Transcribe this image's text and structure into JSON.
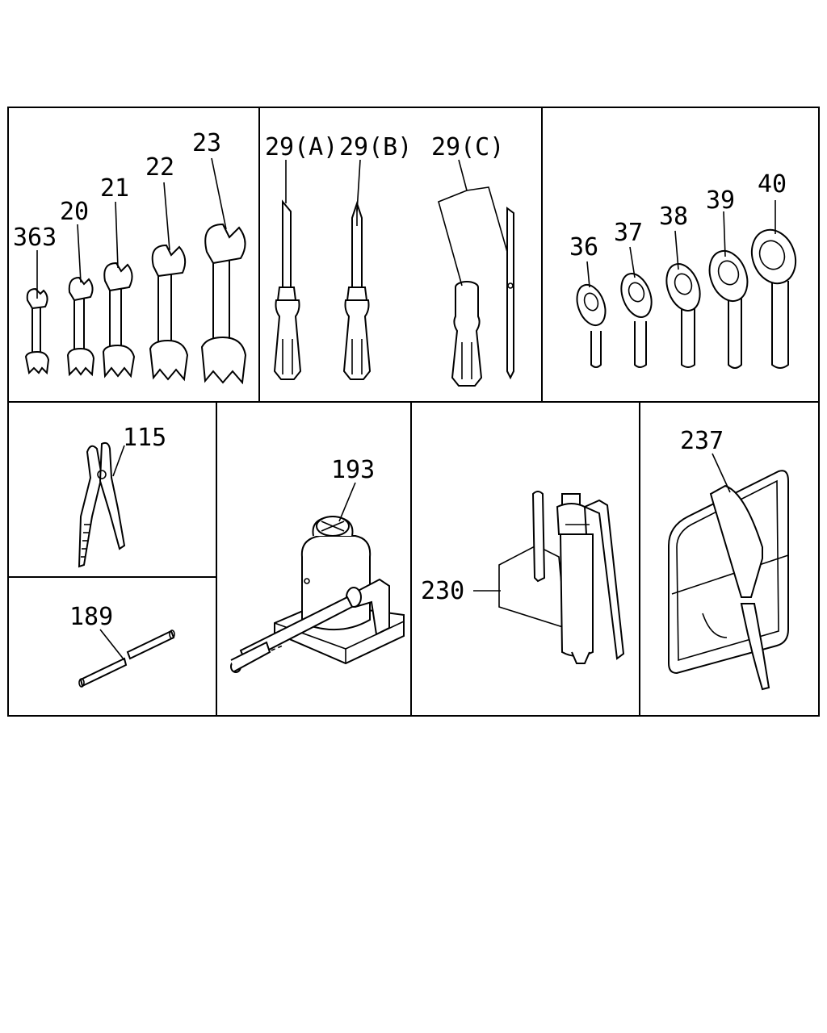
{
  "colors": {
    "line": "#000000",
    "background": "#ffffff"
  },
  "panels": [
    {
      "id": "open-end-wrenches",
      "callouts": [
        "363",
        "20",
        "21",
        "22",
        "23"
      ]
    },
    {
      "id": "screwdrivers",
      "callouts": [
        "29(A)",
        "29(B)",
        "29(C)"
      ]
    },
    {
      "id": "ring-wrenches",
      "callouts": [
        "36",
        "37",
        "38",
        "39",
        "40"
      ]
    },
    {
      "id": "pliers",
      "callouts": [
        "115"
      ]
    },
    {
      "id": "bar",
      "callouts": [
        "189"
      ]
    },
    {
      "id": "bottle-jack",
      "callouts": [
        "193"
      ]
    },
    {
      "id": "grease-gun",
      "callouts": [
        "230"
      ]
    },
    {
      "id": "tool-bag",
      "callouts": [
        "237"
      ]
    }
  ]
}
